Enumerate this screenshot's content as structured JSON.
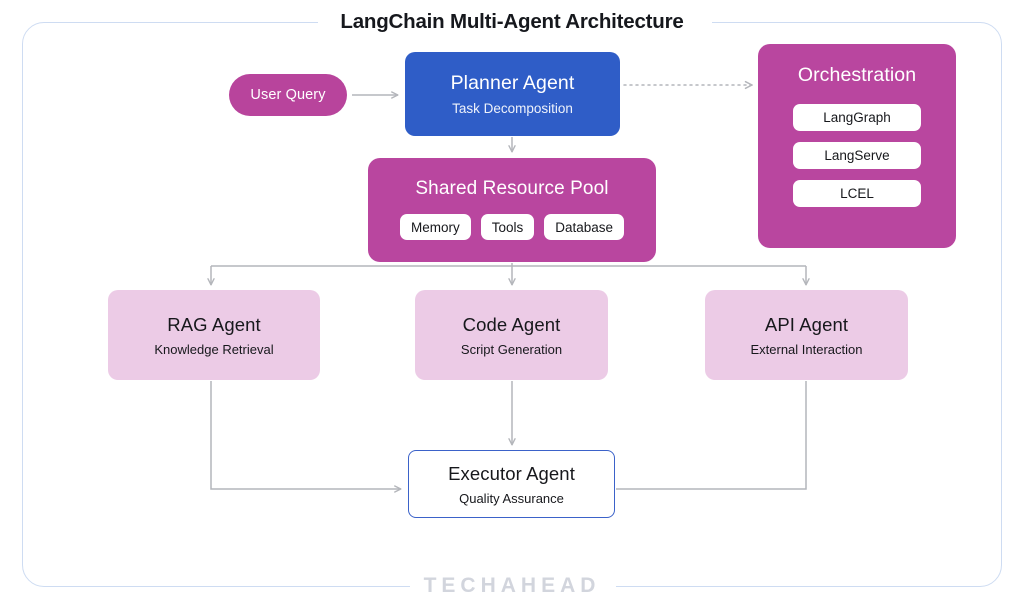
{
  "diagram": {
    "title": "LangChain Multi-Agent Architecture",
    "footer_brand": "TECHAHEAD",
    "colors": {
      "frame_border": "#cedcf2",
      "magenta": "#b9469f",
      "pill_magenta": "#b8449c",
      "planner_blue": "#2f5dc7",
      "agent_pink": "#eccbe6",
      "executor_border": "#3b62c9",
      "connector_gray": "#b4b6bb",
      "title_text": "#16181d",
      "footer_text": "#d2d5dd"
    }
  },
  "nodes": {
    "user_query": {
      "title": "User Query"
    },
    "planner": {
      "title": "Planner Agent",
      "subtitle": "Task Decomposition"
    },
    "orchestration": {
      "title": "Orchestration",
      "items": [
        {
          "label": "LangGraph"
        },
        {
          "label": "LangServe"
        },
        {
          "label": "LCEL"
        }
      ]
    },
    "pool": {
      "title": "Shared Resource Pool",
      "items": [
        {
          "label": "Memory"
        },
        {
          "label": "Tools"
        },
        {
          "label": "Database"
        }
      ]
    },
    "rag": {
      "title": "RAG Agent",
      "subtitle": "Knowledge Retrieval"
    },
    "code": {
      "title": "Code Agent",
      "subtitle": "Script Generation"
    },
    "api": {
      "title": "API Agent",
      "subtitle": "External Interaction"
    },
    "executor": {
      "title": "Executor Agent",
      "subtitle": "Quality Assurance"
    }
  }
}
